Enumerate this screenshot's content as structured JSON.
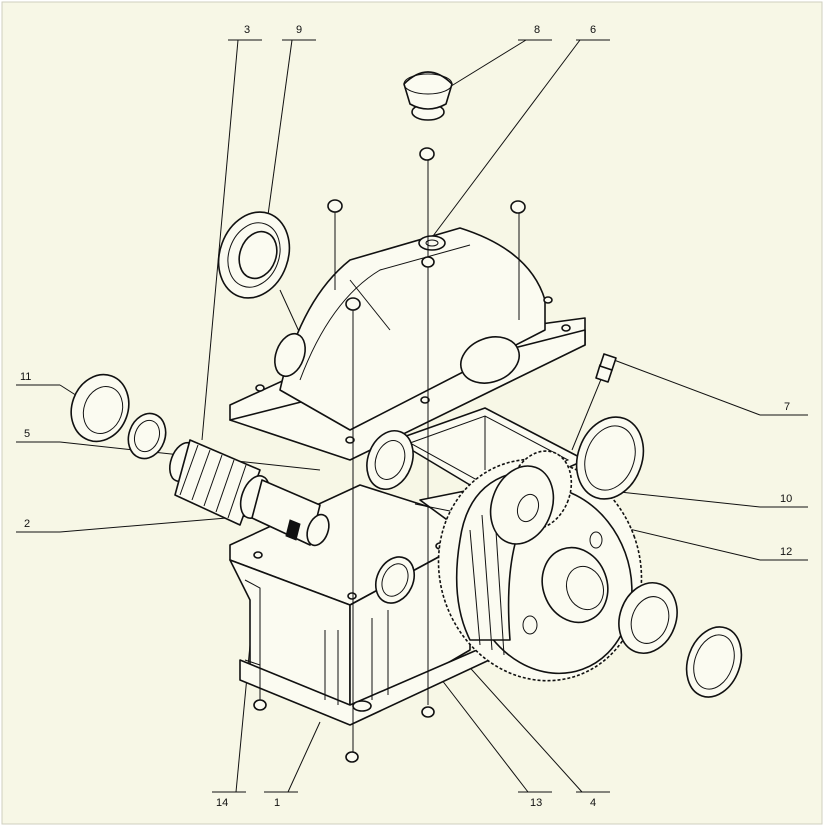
{
  "diagram": {
    "background": "#f7f7e6",
    "ink": "#111111",
    "callouts": [
      {
        "id": "c1",
        "text": "1"
      },
      {
        "id": "c2",
        "text": "2"
      },
      {
        "id": "c3",
        "text": "3"
      },
      {
        "id": "c4",
        "text": "4"
      },
      {
        "id": "c5",
        "text": "5"
      },
      {
        "id": "c6",
        "text": "6"
      },
      {
        "id": "c7",
        "text": "7"
      },
      {
        "id": "c8",
        "text": "8"
      },
      {
        "id": "c9",
        "text": "9"
      },
      {
        "id": "c10",
        "text": "10"
      },
      {
        "id": "c11",
        "text": "11"
      },
      {
        "id": "c12",
        "text": "12"
      },
      {
        "id": "c13",
        "text": "13"
      },
      {
        "id": "c14",
        "text": "14"
      }
    ]
  }
}
